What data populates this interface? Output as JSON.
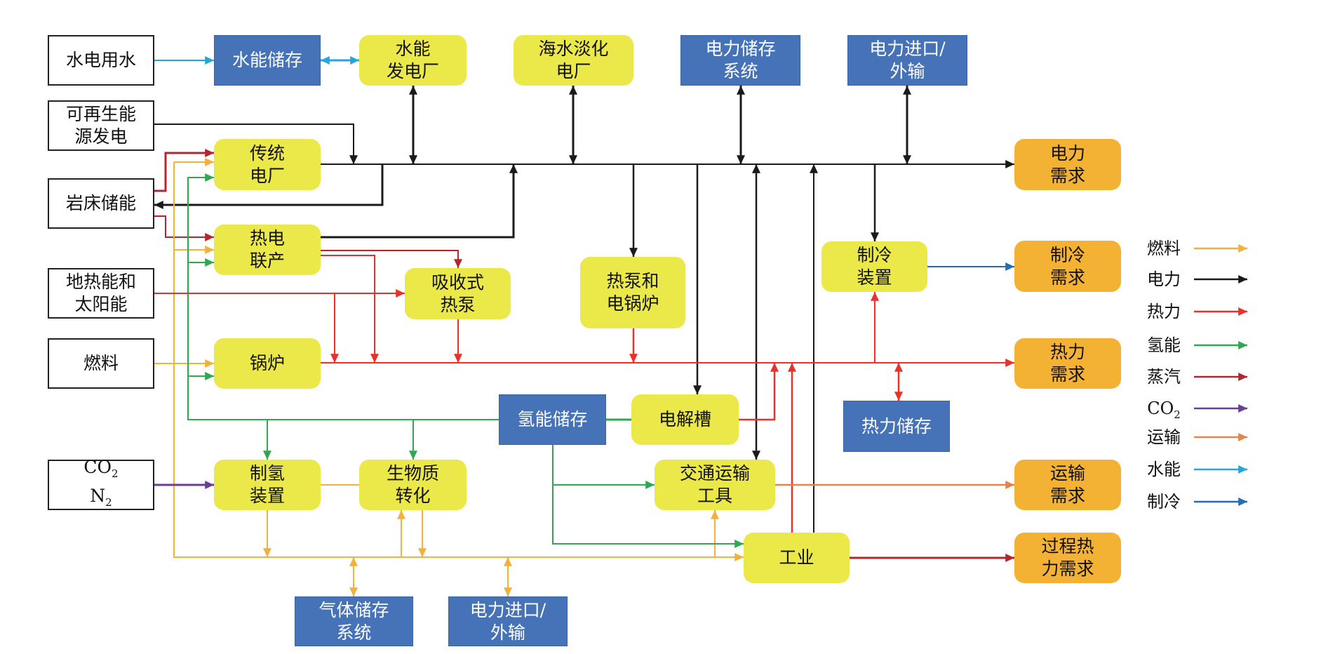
{
  "diagram": {
    "colors": {
      "fuel": "#f2b13a",
      "power": "#1a1a1a",
      "heat": "#e8312a",
      "hydrogen": "#2fa84f",
      "steam": "#b5262c",
      "co2": "#6a3d9a",
      "transport": "#e58447",
      "hydro": "#22a7dd",
      "cooling": "#1f6fb8",
      "source_fill": "#ffffff",
      "storage_fill": "#4672b8",
      "conversion_fill": "#ebe84a",
      "demand_fill": "#f3b233"
    },
    "sources": {
      "hydro_water": "水电用水",
      "renewable": "可再生能\n源发电",
      "rockbed": "岩床储能",
      "geo_solar": "地热能和\n太阳能",
      "fuel": "燃料",
      "co2_n2_line1": "CO",
      "co2_n2_sub1": "2",
      "co2_n2_line2": "N",
      "co2_n2_sub2": "2"
    },
    "storage": {
      "hydro_storage": "水能储存",
      "power_storage": "电力储存\n系统",
      "power_trade_top": "电力进口/\n外输",
      "hydrogen_storage": "氢能储存",
      "heat_storage": "热力储存",
      "gas_storage": "气体储存\n系统",
      "power_trade_bottom": "电力进口/\n外输"
    },
    "conversion": {
      "hydro_plant": "水能\n发电厂",
      "desalination_plant": "海水淡化\n电厂",
      "conventional_plant": "传统\n电厂",
      "chp": "热电\n联产",
      "absorption_hp": "吸收式\n热泵",
      "hp_eboiler": "热泵和\n电锅炉",
      "chiller": "制冷\n装置",
      "boiler": "锅炉",
      "electrolyzer": "电解槽",
      "h2_production": "制氢\n装置",
      "biomass": "生物质\n转化",
      "vehicles": "交通运输\n工具",
      "industry": "工业"
    },
    "demand": {
      "power": "电力\n需求",
      "cooling": "制冷\n需求",
      "heat": "热力\n需求",
      "transport": "运输\n需求",
      "process_heat": "过程热\n力需求"
    },
    "legend": [
      {
        "label": "燃料",
        "key": "fuel"
      },
      {
        "label": "电力",
        "key": "power"
      },
      {
        "label": "热力",
        "key": "heat"
      },
      {
        "label": "氢能",
        "key": "hydrogen"
      },
      {
        "label": "蒸汽",
        "key": "steam"
      },
      {
        "label": "CO",
        "sub": "2",
        "key": "co2"
      },
      {
        "label": "运输",
        "key": "transport"
      },
      {
        "label": "水能",
        "key": "hydro"
      },
      {
        "label": "制冷",
        "key": "cooling"
      }
    ]
  }
}
